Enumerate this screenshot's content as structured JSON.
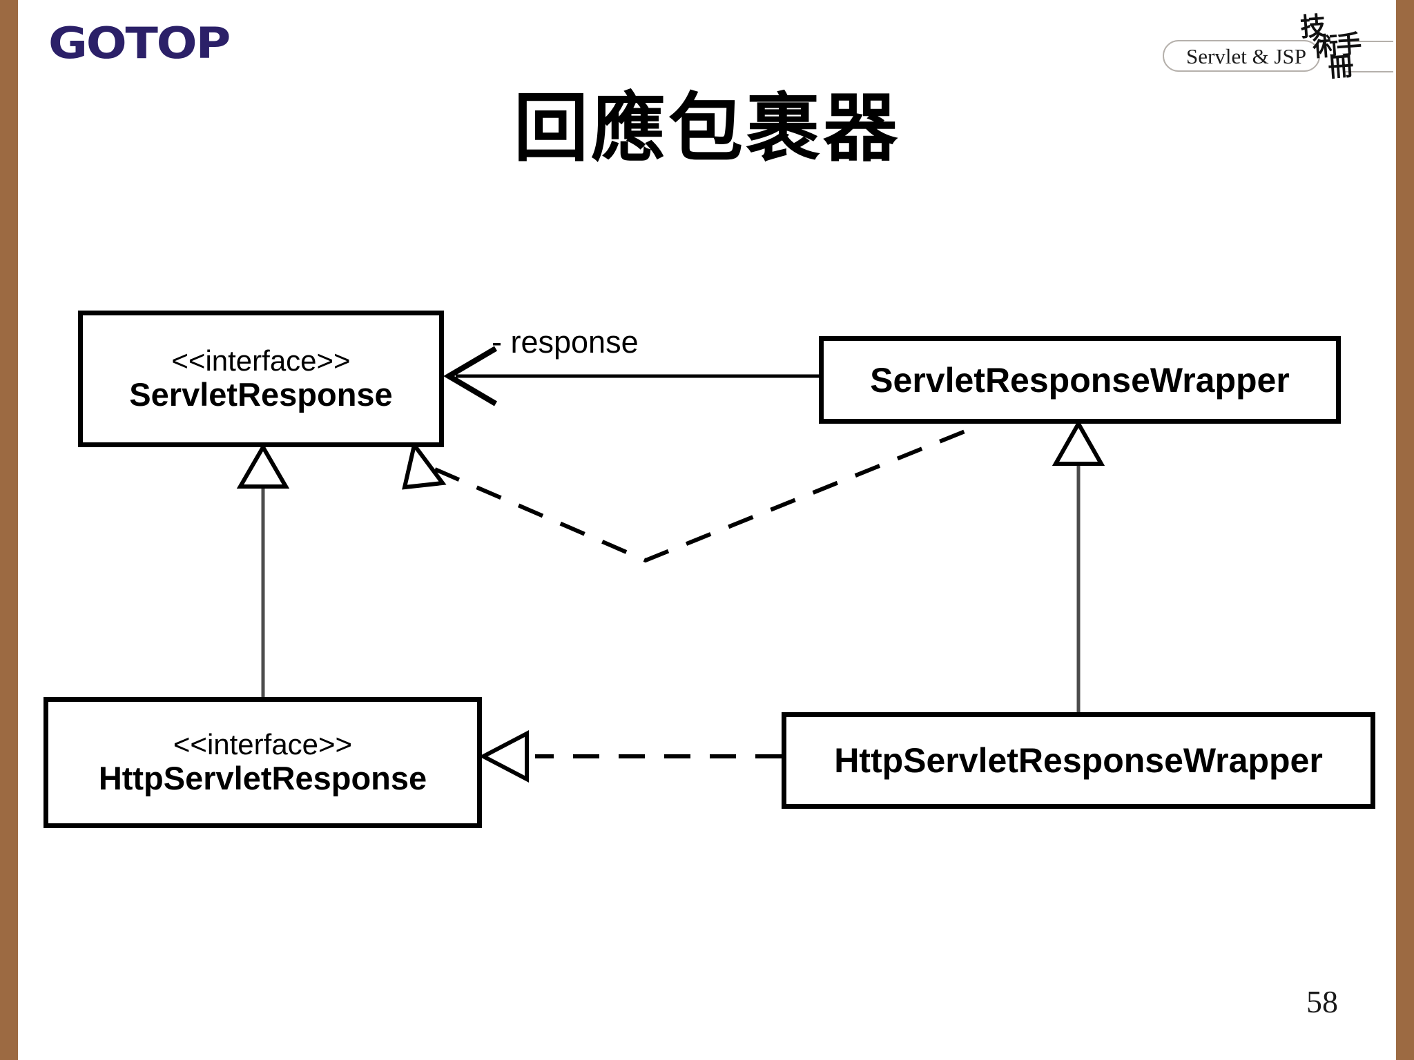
{
  "slide": {
    "title": "回應包裹器",
    "page_number": "58",
    "accent_color": "#9C6A42",
    "logo_color": "#2B2068"
  },
  "branding": {
    "publisher_logo": "GOTOP",
    "book_badge": {
      "latin_text": "Servlet & JSP",
      "cjk_line_1": "技",
      "cjk_line_2": "術手",
      "cjk_line_3": "冊"
    }
  },
  "diagram": {
    "type": "uml-class-diagram",
    "stereotype_label": "<<interface>>",
    "boxes": [
      {
        "id": "servlet-response",
        "stereotype": "<<interface>>",
        "name": "ServletResponse"
      },
      {
        "id": "servlet-response-wrapper",
        "stereotype": "",
        "name": "ServletResponseWrapper"
      },
      {
        "id": "http-servlet-response",
        "stereotype": "<<interface>>",
        "name": "HttpServletResponse"
      },
      {
        "id": "http-servlet-response-wrapper",
        "stereotype": "",
        "name": "HttpServletResponseWrapper"
      }
    ],
    "association_label": "- response",
    "relations": [
      {
        "kind": "association",
        "from": "ServletResponseWrapper",
        "to": "ServletResponse",
        "label": "- response",
        "style": "solid",
        "arrow": "open-arrow"
      },
      {
        "kind": "realization",
        "from": "ServletResponseWrapper",
        "to": "ServletResponse",
        "style": "dashed",
        "arrow": "hollow-triangle"
      },
      {
        "kind": "generalization",
        "from": "HttpServletResponse",
        "to": "ServletResponse",
        "style": "solid",
        "arrow": "hollow-triangle"
      },
      {
        "kind": "generalization",
        "from": "HttpServletResponseWrapper",
        "to": "ServletResponseWrapper",
        "style": "solid",
        "arrow": "hollow-triangle"
      },
      {
        "kind": "realization",
        "from": "HttpServletResponseWrapper",
        "to": "HttpServletResponse",
        "style": "dashed",
        "arrow": "hollow-triangle"
      }
    ]
  }
}
